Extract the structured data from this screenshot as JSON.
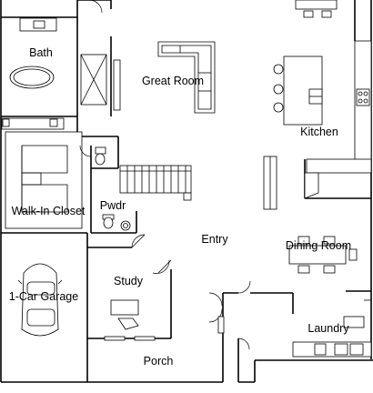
{
  "plan": {
    "rooms": {
      "bath": "Bath",
      "great_room": "Great Room",
      "kitchen": "Kitchen",
      "walk_in_closet": "Walk-In Closet",
      "powder": "Pwdr",
      "entry": "Entry",
      "dining_room": "Dining Room",
      "study": "Study",
      "garage": "1-Car Garage",
      "laundry": "Laundry",
      "porch": "Porch"
    }
  }
}
